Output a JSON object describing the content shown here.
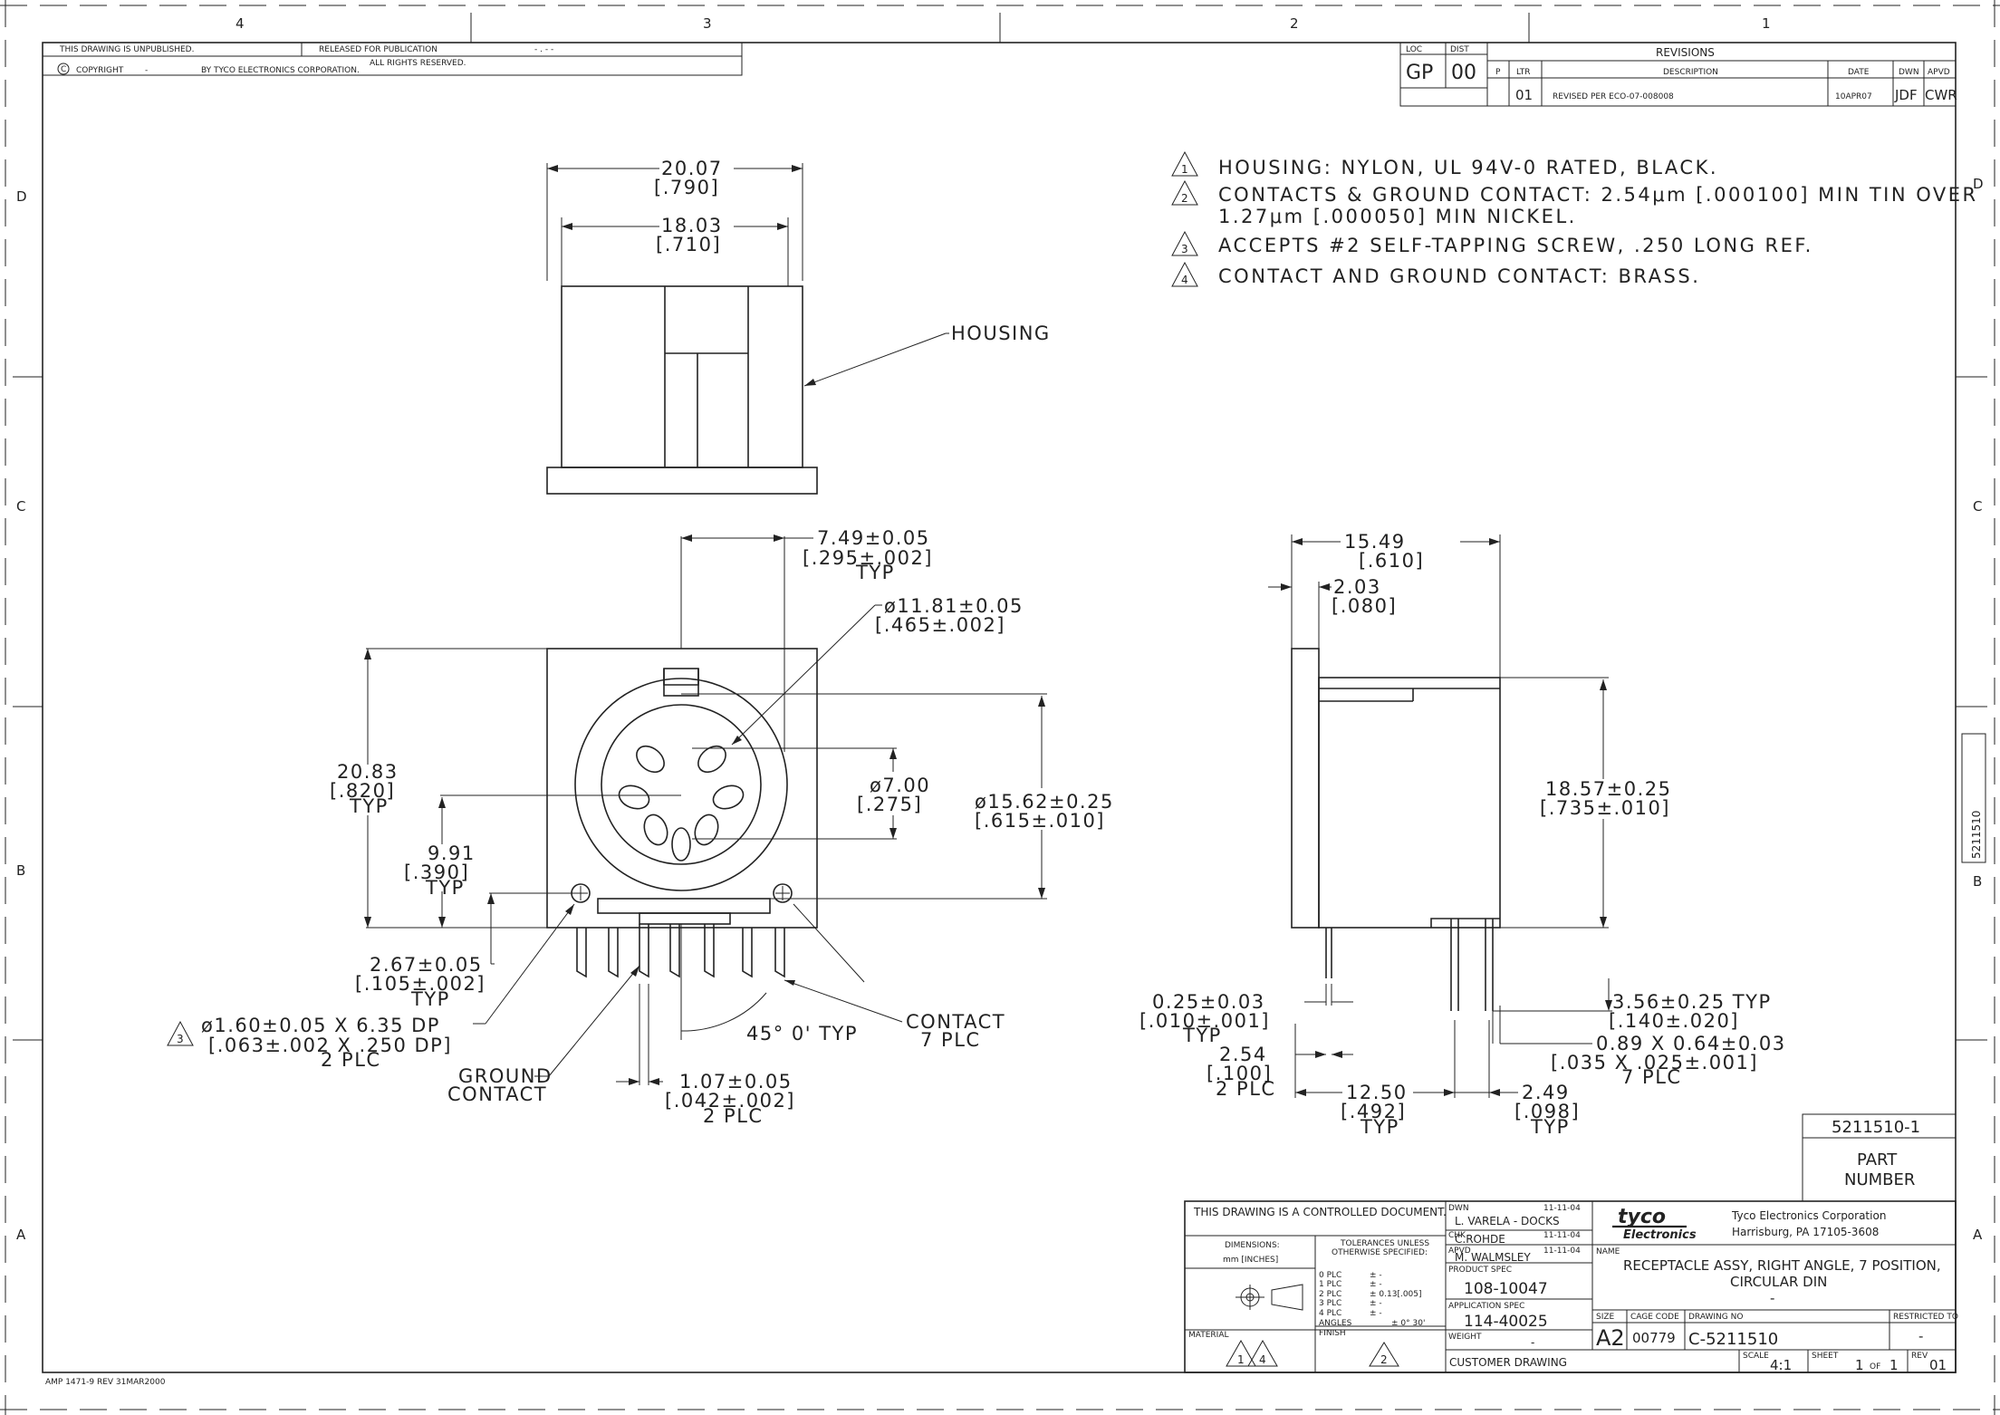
{
  "border": {
    "zones_top": [
      "4",
      "3",
      "2",
      "1"
    ],
    "zones_left": [
      "D",
      "C",
      "B",
      "A"
    ],
    "zones_right": [
      "D",
      "C",
      "B",
      "A"
    ],
    "side_tab": "5211510",
    "bottom_left": "AMP 1471-9 REV 31MAR2000"
  },
  "header": {
    "unpublished": "THIS DRAWING IS UNPUBLISHED.",
    "released": "RELEASED FOR PUBLICATION",
    "released_mark": "- . -    -",
    "copyright": "COPYRIGHT",
    "copyright_dash": "-",
    "by": "BY TYCO ELECTRONICS CORPORATION.",
    "rights": "ALL RIGHTS RESERVED."
  },
  "revisions": {
    "loc_label": "LOC",
    "loc": "GP",
    "dist_label": "DIST",
    "dist": "00",
    "title": "REVISIONS",
    "p": "P",
    "ltr_label": "LTR",
    "desc_label": "DESCRIPTION",
    "date_label": "DATE",
    "dwn_label": "DWN",
    "apvd_label": "APVD",
    "rows": [
      {
        "ltr": "01",
        "desc": "REVISED PER ECO-07-008008",
        "date": "10APR07",
        "dwn": "JDF",
        "apvd": "CWR"
      }
    ]
  },
  "notes": [
    {
      "num": "1",
      "lines": [
        "HOUSING: NYLON, UL 94V-0 RATED, BLACK."
      ]
    },
    {
      "num": "2",
      "lines": [
        "CONTACTS & GROUND CONTACT: 2.54μm [.000100] MIN TIN OVER",
        "1.27μm [.000050] MIN NICKEL."
      ]
    },
    {
      "num": "3",
      "lines": [
        "ACCEPTS #2 SELF-TAPPING SCREW, .250 LONG REF."
      ]
    },
    {
      "num": "4",
      "lines": [
        "CONTACT AND GROUND CONTACT: BRASS."
      ]
    }
  ],
  "top_view": {
    "w1": "20.07",
    "w1_in": "[.790]",
    "w2": "18.03",
    "w2_in": "[.710]",
    "housing": "HOUSING"
  },
  "front_view": {
    "pin": "7.49±0.05",
    "pin_in": "[.295±.002]",
    "pin_typ": "TYP",
    "dia": "ø11.81±0.05",
    "dia_in": "[.465±.002]",
    "h": "20.83",
    "h_in": "[.820]",
    "h_typ": "TYP",
    "inner": "ø7.00",
    "inner_in": "[.275]",
    "outer": "ø15.62±0.25",
    "outer_in": "[.615±.010]",
    "c": "9.91",
    "c_in": "[.390]",
    "c_typ": "TYP",
    "leg": "2.67±0.05",
    "leg_in": "[.105±.002]",
    "leg_typ": "TYP",
    "hole": "ø1.60±0.05  X  6.35  DP",
    "hole_in": "[.063±.002  X  .250  DP]",
    "hole_plc": "2  PLC",
    "angle": "45° 0' TYP",
    "contact": "CONTACT",
    "contact_plc": "7  PLC",
    "ground1": "GROUND",
    "ground2": "CONTACT",
    "gw": "1.07±0.05",
    "gw_in": "[.042±.002]",
    "gw_plc": "2  PLC"
  },
  "side_view": {
    "d": "15.49",
    "d_in": "[.610]",
    "f": "2.03",
    "f_in": "[.080]",
    "h": "18.57±0.25",
    "h_in": "[.735±.010]",
    "t": "0.25±0.03",
    "t_in": "[.010±.001]",
    "t_typ": "TYP",
    "l": "3.56±0.25  TYP",
    "l_in": "[.140±.020]",
    "p": "0.89  X  0.64±0.03",
    "p_in": "[.035  X  .025±.001]",
    "p_plc": "7  PLC",
    "s": "2.54",
    "s_in": "[.100]",
    "s_plc": "2  PLC",
    "b": "12.50",
    "b_in": "[.492]",
    "b_typ": "TYP",
    "e": "2.49",
    "e_in": "[.098]",
    "e_typ": "TYP"
  },
  "part_box": {
    "number": "5211510-1",
    "label1": "PART",
    "label2": "NUMBER"
  },
  "title_block": {
    "controlled": "THIS DRAWING IS A CONTROLLED DOCUMENT.",
    "dimensions": "DIMENSIONS:",
    "units": "mm [INCHES]",
    "tol1": "TOLERANCES UNLESS",
    "tol2": "OTHERWISE SPECIFIED:",
    "tol_rows": [
      {
        "k": "0 PLC",
        "v": "±  -"
      },
      {
        "k": "1 PLC",
        "v": "±  -"
      },
      {
        "k": "2 PLC",
        "v": "±  0.13[.005]"
      },
      {
        "k": "3 PLC",
        "v": "±  -"
      },
      {
        "k": "4 PLC",
        "v": "±  -"
      },
      {
        "k": "ANGLES",
        "v": "±  0° 30'"
      }
    ],
    "material": "MATERIAL",
    "finish": "FINISH",
    "mat_note1": "1",
    "mat_note2": "4",
    "fin_note": "2",
    "dwn_label": "DWN",
    "dwn": "L. VARELA - DOCKS",
    "dwn_date": "11-11-04",
    "chk_label": "CHK",
    "chk": "C.ROHDE",
    "chk_date": "11-11-04",
    "apvd_label": "APVD",
    "apvd": "M. WALMSLEY",
    "apvd_date": "11-11-04",
    "prod_label": "PRODUCT SPEC",
    "prod": "108-10047",
    "app_label": "APPLICATION SPEC",
    "app": "114-40025",
    "weight_label": "WEIGHT",
    "weight": "-",
    "customer": "CUSTOMER DRAWING",
    "logo1": "tyco",
    "logo2": "Electronics",
    "company1": "Tyco Electronics Corporation",
    "company2": "Harrisburg, PA 17105-3608",
    "name_label": "NAME",
    "name1": "RECEPTACLE ASSY, RIGHT ANGLE, 7 POSITION,",
    "name2": "CIRCULAR DIN",
    "name3": "-",
    "size_label": "SIZE",
    "size": "A2",
    "cage_label": "CAGE CODE",
    "cage": "00779",
    "dwgno_label": "DRAWING NO",
    "dwgno": "C-5211510",
    "restricted_label": "RESTRICTED TO",
    "restricted": "-",
    "scale_label": "SCALE",
    "scale": "4:1",
    "sheet_label": "SHEET",
    "sheet": "1",
    "of": "OF",
    "sheet_total": "1",
    "rev_label": "REV",
    "rev": "01"
  }
}
